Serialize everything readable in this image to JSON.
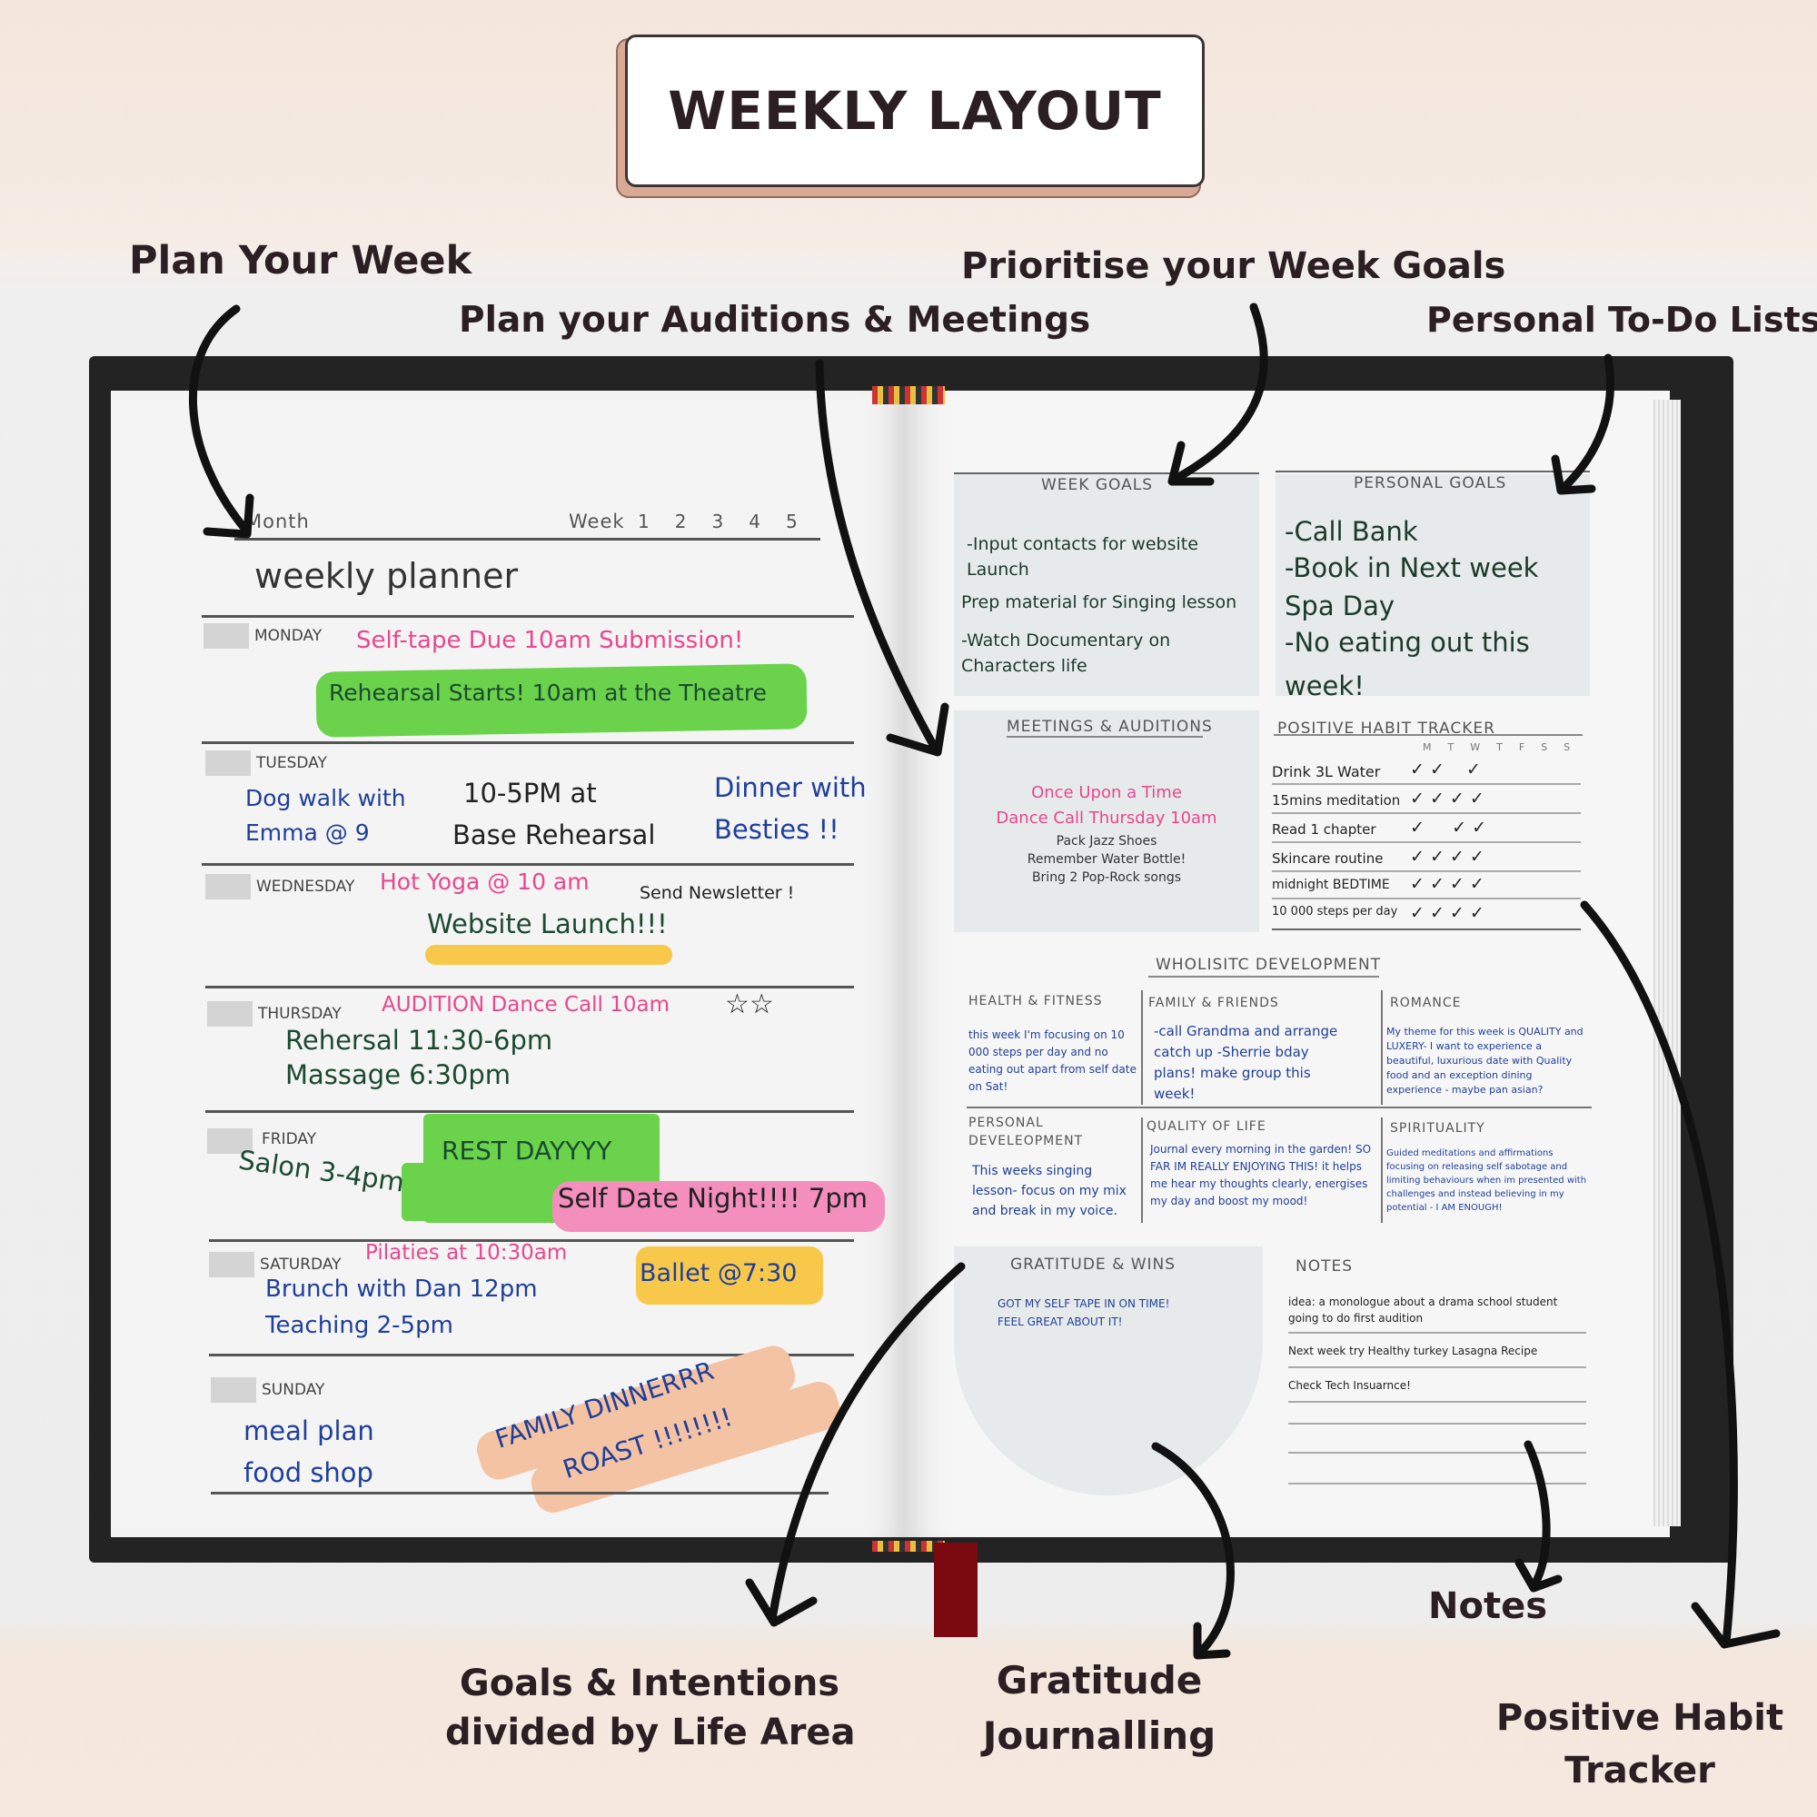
{
  "title": "WEEKLY LAYOUT",
  "callouts": {
    "plan_week": "Plan Your Week",
    "auditions": "Plan your Auditions & Meetings",
    "week_goals": "Prioritise your Week Goals",
    "todo": "Personal To-Do Lists",
    "goals_line1": "Goals & Intentions",
    "goals_line2": "divided by Life Area",
    "gratitude_line1": "Gratitude",
    "gratitude_line2": "Journalling",
    "notes": "Notes",
    "habit_line1": "Positive Habit",
    "habit_line2": "Tracker"
  },
  "left_page": {
    "month_label": "Month",
    "week_label": "Week",
    "week_numbers": [
      "1",
      "2",
      "3",
      "4",
      "5"
    ],
    "heading": "weekly planner",
    "days": {
      "monday": {
        "label": "MONDAY",
        "entries": [
          "Self-tape Due 10am Submission!",
          "Rehearsal Starts! 10am at the Theatre"
        ]
      },
      "tuesday": {
        "label": "TUESDAY",
        "entries": [
          "Dog walk with",
          "Emma @ 9",
          "10-5PM at",
          "Base Rehearsal",
          "Dinner with",
          "Besties !!"
        ]
      },
      "wednesday": {
        "label": "WEDNESDAY",
        "entries": [
          "Hot Yoga @ 10 am",
          "Send Newsletter !",
          "Website Launch!!!"
        ]
      },
      "thursday": {
        "label": "THURSDAY",
        "entries": [
          "AUDITION Dance Call 10am",
          "Rehersal 11:30-6pm",
          "Massage 6:30pm"
        ]
      },
      "friday": {
        "label": "FRIDAY",
        "entries": [
          "Salon 3-4pm",
          "REST DAYYYY",
          "Self Date Night!!!! 7pm"
        ]
      },
      "saturday": {
        "label": "SATURDAY",
        "entries": [
          "Pilaties at 10:30am",
          "Brunch with Dan 12pm",
          "Teaching 2-5pm",
          "Ballet @7:30"
        ]
      },
      "sunday": {
        "label": "SUNDAY",
        "entries": [
          "meal plan",
          "food shop",
          "FAMILY DINNERRR",
          "ROAST !!!!!!!!"
        ]
      }
    }
  },
  "right_page": {
    "week_goals": {
      "title": "WEEK GOALS",
      "items": [
        "-Input contacts for website",
        "Launch",
        "Prep material for Singing lesson",
        "-Watch Documentary on",
        "Characters life"
      ]
    },
    "personal_goals": {
      "title": "PERSONAL GOALS",
      "items": [
        "-Call Bank",
        "-Book in Next week",
        "Spa Day",
        "-No eating out this",
        "week!"
      ]
    },
    "meetings": {
      "title": "MEETINGS & AUDITIONS",
      "items": [
        "Once Upon a Time",
        "Dance Call Thursday 10am",
        "Pack Jazz Shoes",
        "Remember Water Bottle!",
        "Bring 2 Pop-Rock songs"
      ]
    },
    "habit_tracker": {
      "title": "POSITIVE HABIT TRACKER",
      "days": [
        "M",
        "T",
        "W",
        "T",
        "F",
        "S",
        "S"
      ],
      "habits": [
        {
          "name": "Drink 3L Water",
          "checks": "✓ ✓    ✓"
        },
        {
          "name": "15mins meditation",
          "checks": "✓ ✓ ✓ ✓"
        },
        {
          "name": "Read 1 chapter",
          "checks": "✓     ✓ ✓"
        },
        {
          "name": "Skincare routine",
          "checks": "✓ ✓ ✓ ✓"
        },
        {
          "name": "midnight BEDTIME",
          "checks": "✓ ✓ ✓ ✓"
        },
        {
          "name": "10 000 steps per day",
          "checks": "✓ ✓ ✓ ✓"
        }
      ]
    },
    "wholistic": {
      "title": "WHOLISITC DEVELOPMENT",
      "health_title": "HEALTH & FITNESS",
      "health_text": "this week I'm focusing on 10 000 steps per day and no eating out apart from self date on Sat!",
      "family_title": "FAMILY & FRIENDS",
      "family_text": "-call Grandma and arrange catch up -Sherrie bday plans! make group this week!",
      "romance_title": "ROMANCE",
      "romance_text": "My theme for this week is QUALITY and LUXERY- I want to experience a beautiful, luxurious date with Quality food and an exception dining experience - maybe pan asian?",
      "personal_title1": "PERSONAL",
      "personal_title2": "DEVELEOPMENT",
      "personal_text": "This weeks singing lesson- focus on my mix and break in my voice.",
      "quality_title": "QUALITY OF LIFE",
      "quality_text": "Journal every morning in the garden! SO FAR IM REALLY ENJOYING THIS! it helps me hear my thoughts clearly, energises my day and boost my mood!",
      "spirit_title": "SPIRITUALITY",
      "spirit_text": "Guided meditations and affirmations focusing on releasing self sabotage and limiting behaviours when im presented with challenges and instead believing in my potential - I AM ENOUGH!"
    },
    "gratitude": {
      "title": "GRATITUDE & WINS",
      "line1": "GOT MY SELF TAPE IN ON TIME!",
      "line2": "FEEL GREAT ABOUT IT!"
    },
    "notes": {
      "title": "NOTES",
      "items": [
        "idea: a monologue about a drama school student",
        "going to do first audition",
        "Next week try Healthy turkey Lasagna Recipe",
        "Check Tech Insuarnce!"
      ]
    }
  },
  "colors": {
    "pink": "#e8478f",
    "green_hl": "#6ad24b",
    "yellow_hl": "#f8c84a",
    "peach_hl": "#f4c3a3",
    "pink_hl": "#f48ebd",
    "blue_ink": "#1f3f9a",
    "dark_green_ink": "#1c4a30"
  }
}
